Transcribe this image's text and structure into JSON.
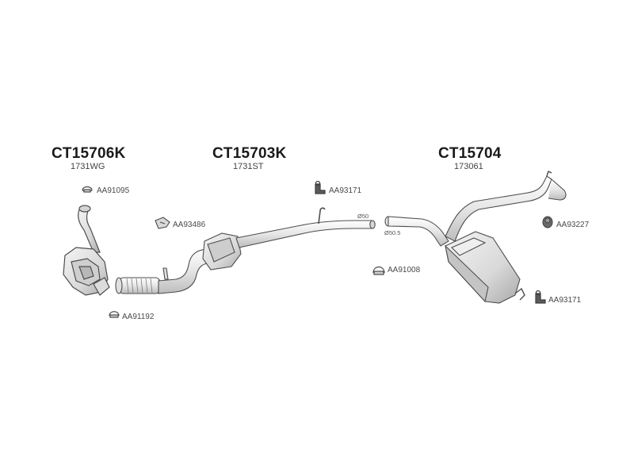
{
  "assemblies": [
    {
      "code": "CT15706K",
      "ref": "1731WG"
    },
    {
      "code": "CT15703K",
      "ref": "1731ST"
    },
    {
      "code": "CT15704",
      "ref": "173061"
    }
  ],
  "parts": {
    "clamp_front_upper": "AA91095",
    "gasket_front": "AA93486",
    "clamp_front_lower": "AA91192",
    "hanger_mid": "AA93171",
    "clamp_mid": "AA91008",
    "mount_rear": "AA93227",
    "hanger_rear": "AA93171"
  },
  "dimensions": {
    "outlet_mid": "Ø50",
    "inlet_rear": "Ø50.5"
  },
  "colors": {
    "line": "#5a5a5a",
    "fill": "#e9e9e9",
    "shade": "#cfcfcf"
  }
}
